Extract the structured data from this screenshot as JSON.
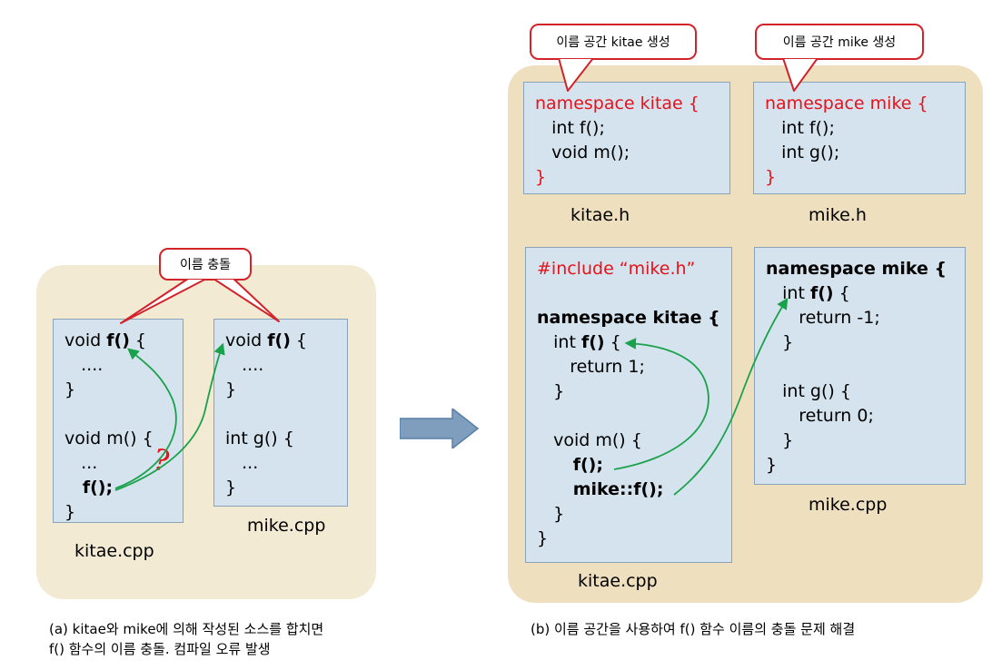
{
  "left": {
    "callout": "이름 충돌",
    "kitae_code": [
      "void f() {",
      "   ....",
      "}",
      "",
      "void m() {",
      "   ...",
      "   f();",
      "}"
    ],
    "mike_code": [
      "void f() {",
      "   ....",
      "}",
      "",
      "int g() {",
      "   ...",
      "}"
    ],
    "kitae_label": "kitae.cpp",
    "mike_label": "mike.cpp",
    "question_mark": "?",
    "caption_line1": "(a) kitae와 mike에 의해 작성된 소스를 합치면",
    "caption_line2": "f() 함수의 이름 충돌. 컴파일 오류 발생"
  },
  "right": {
    "callout_kitae": "이름 공간 kitae 생성",
    "callout_mike": "이름 공간 mike 생성",
    "kitae_h": [
      "namespace kitae {",
      "   int f();",
      "   void m();",
      "}"
    ],
    "mike_h": [
      "namespace mike {",
      "   int f();",
      "   int g();",
      "}"
    ],
    "kitae_h_label": "kitae.h",
    "mike_h_label": "mike.h",
    "kitae_cpp": [
      "#include “mike.h”",
      "",
      "namespace kitae {",
      "   int f() {",
      "      return 1;",
      "   }",
      "",
      "   void m() {",
      "      f();",
      "      mike::f();",
      "   }",
      "}"
    ],
    "mike_cpp": [
      "namespace mike {",
      "   int f() {",
      "      return -1;",
      "   }",
      "",
      "   int g() {",
      "      return 0;",
      "   }",
      "}"
    ],
    "kitae_cpp_label": "kitae.cpp",
    "mike_cpp_label": "mike.cpp",
    "caption": "(b) 이름 공간을 사용하여 f() 함수 이름의 충돌 문제 해결"
  },
  "colors": {
    "panel_left": "#f3ead4",
    "panel_right": "#eedfbf",
    "code_box": "#d4e3ee",
    "namespace_red": "#e8121a",
    "arrow_green": "#1aa24a",
    "callout_border": "#d3232a",
    "big_arrow": "#7f9dbd"
  }
}
